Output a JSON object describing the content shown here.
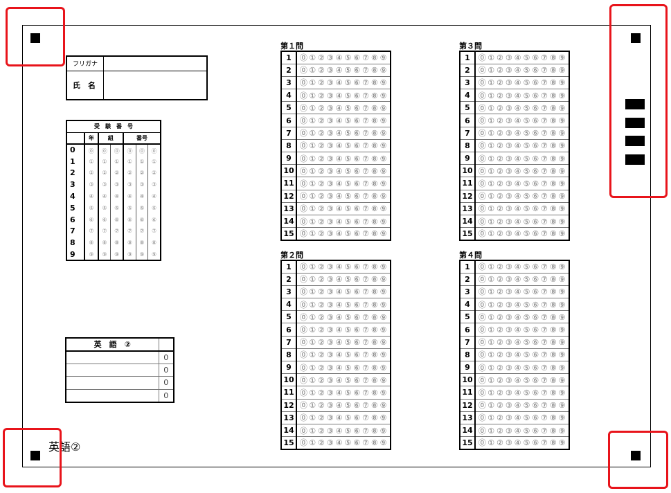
{
  "name_box": {
    "furigana_label": "フリガナ",
    "name_label": "氏　名"
  },
  "exam_number": {
    "title": "受　験　番　号",
    "year_label": "年",
    "class_label": "組",
    "number_label": "番号",
    "digits": [
      "0",
      "1",
      "2",
      "3",
      "4",
      "5",
      "6",
      "7",
      "8",
      "9"
    ],
    "bubbles": [
      "⓪",
      "①",
      "②",
      "③",
      "④",
      "⑤",
      "⑥",
      "⑦",
      "⑧",
      "⑨"
    ]
  },
  "questions": [
    {
      "title": "第１問",
      "rows": [
        "1",
        "2",
        "3",
        "4",
        "5",
        "6",
        "7",
        "8",
        "9",
        "10",
        "11",
        "12",
        "13",
        "14",
        "15"
      ]
    },
    {
      "title": "第２問",
      "rows": [
        "1",
        "2",
        "3",
        "4",
        "5",
        "6",
        "7",
        "8",
        "9",
        "10",
        "11",
        "12",
        "13",
        "14",
        "15"
      ]
    },
    {
      "title": "第３問",
      "rows": [
        "1",
        "2",
        "3",
        "4",
        "5",
        "6",
        "7",
        "8",
        "9",
        "10",
        "11",
        "12",
        "13",
        "14",
        "15"
      ]
    },
    {
      "title": "第４問",
      "rows": [
        "1",
        "2",
        "3",
        "4",
        "5",
        "6",
        "7",
        "8",
        "9",
        "10",
        "11",
        "12",
        "13",
        "14",
        "15"
      ]
    }
  ],
  "answer_bubbles": [
    "⓪",
    "①",
    "②",
    "③",
    "④",
    "⑤",
    "⑥",
    "⑦",
    "⑧",
    "⑨"
  ],
  "subject_box": {
    "title": "英　語　②",
    "scores": [
      "0",
      "0",
      "0",
      "0"
    ]
  },
  "footer_label": "英語②",
  "colors": {
    "highlight": "#e8141b"
  }
}
